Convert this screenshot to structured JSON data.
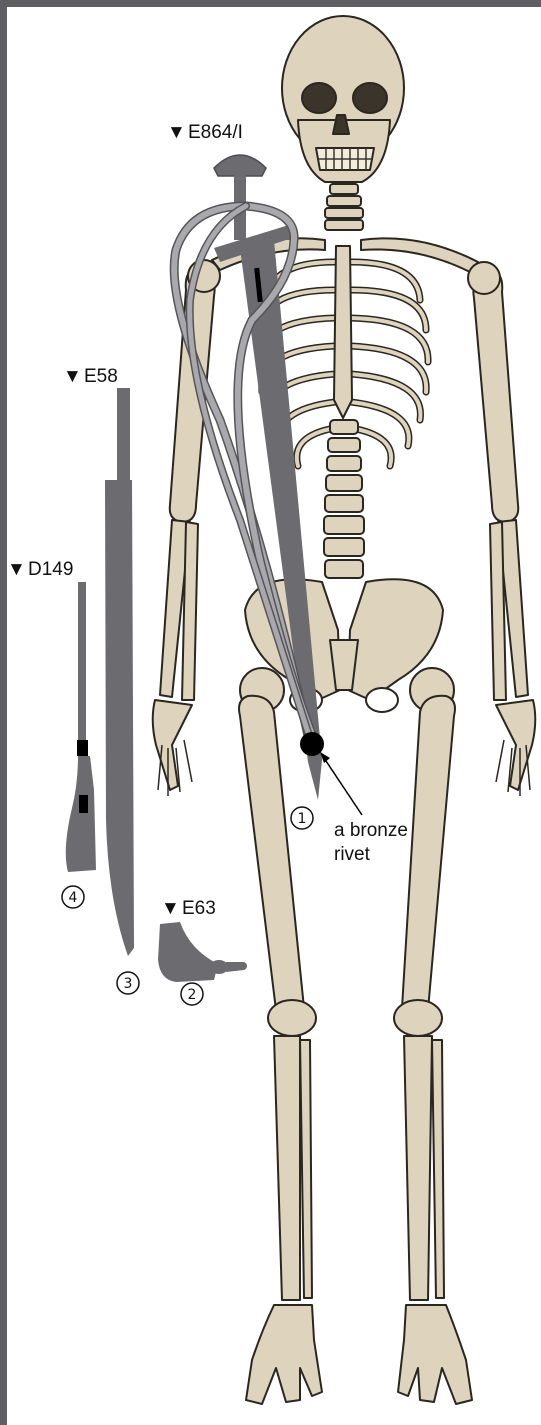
{
  "labels": {
    "e864": "E864/I",
    "e58": "E58",
    "d149": "D149",
    "e63": "E63",
    "rivet_line1": "a bronze",
    "rivet_line2": "rivet"
  },
  "markers": {
    "triangle": "▼"
  },
  "numbers": {
    "n1": "1",
    "n2": "2",
    "n3": "3",
    "n4": "4"
  },
  "colors": {
    "frame": "#5f5f62",
    "bone": "#ded3bd",
    "bone_shadow": "#a89c84",
    "bone_outline": "#2a2620",
    "weapon": "#6b6b70",
    "strap": "#a9a9ad",
    "rivet": "#000000"
  }
}
